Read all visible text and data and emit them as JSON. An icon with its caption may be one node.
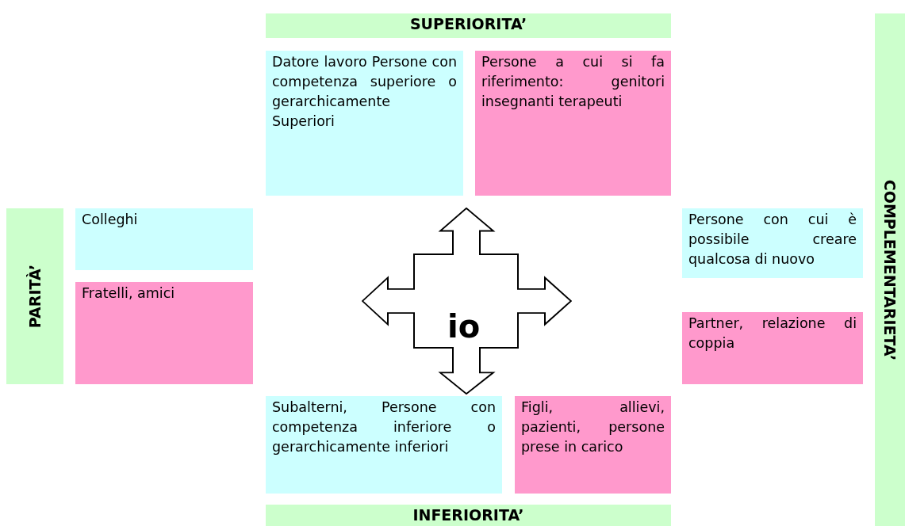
{
  "diagram": {
    "nodes": [
      {
        "text": [
          "SUPERIORITA’"
        ]
      },
      {
        "text": [
          "Datore lavoro Persone con competenza superiore o gerarchicamente Superiori"
        ]
      },
      {
        "text": [
          "Persone a cui si fa riferimento: genitori insegnanti terapeuti"
        ]
      },
      {
        "text": [
          "PARITÀ’"
        ]
      },
      {
        "text": [
          "Colleghi"
        ]
      },
      {
        "text": [
          "Fratelli, amici"
        ]
      },
      {
        "text": [
          "io"
        ]
      },
      {
        "text": [
          "Persone con cui è possibile creare qualcosa di nuovo"
        ]
      },
      {
        "text": [
          "Partner, relazione di coppia"
        ]
      },
      {
        "text": [
          "COMPLEMENTARIETA’"
        ]
      },
      {
        "text": [
          "Subalterni, Persone con competenza inferiore o gerarchicamente inferiori"
        ]
      },
      {
        "text": [
          "Figli, allievi, pazienti, persone prese in carico"
        ]
      },
      {
        "text": [
          "INFERIORITA’"
        ]
      }
    ]
  }
}
